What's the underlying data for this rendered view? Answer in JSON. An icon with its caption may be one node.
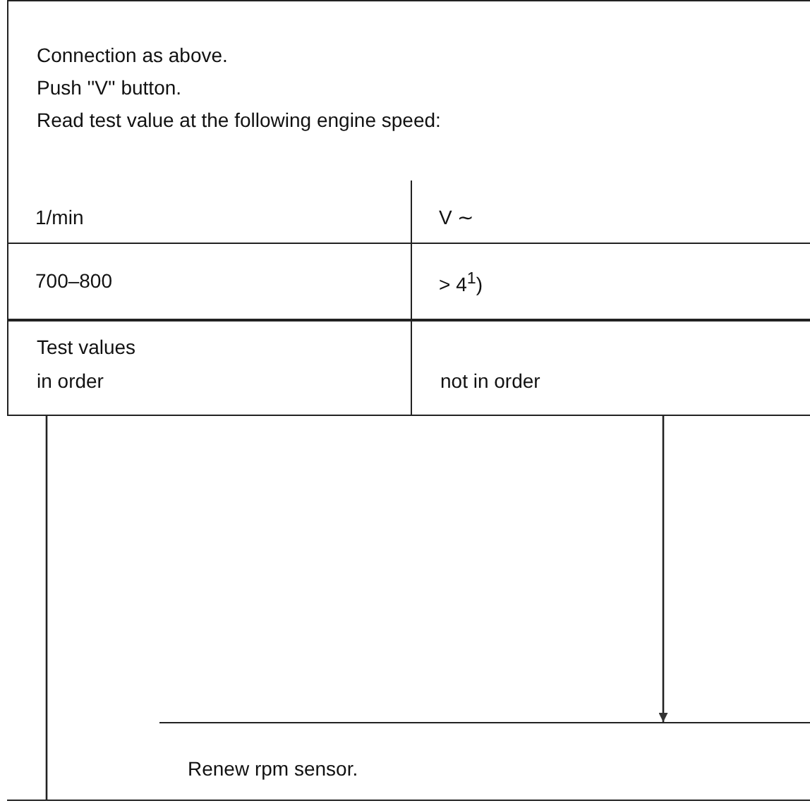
{
  "diagram": {
    "nodes": [
      {
        "text": [
          "Connection as above.",
          "Push ''V'' button.",
          "Read test value at the following engine speed:"
        ]
      },
      {
        "text": [
          "Test values",
          "in order"
        ]
      },
      {
        "text": [
          "not in order"
        ]
      },
      {
        "text": [
          "Renew rpm sensor."
        ]
      }
    ],
    "edges": [
      {
        "from": 1,
        "to": null,
        "arrow": "none"
      },
      {
        "from": 2,
        "to": 3,
        "arrow": "to"
      }
    ],
    "labels": [
      "1/min",
      "V ∼",
      "700–800",
      "> 4$^{1}$)"
    ]
  }
}
